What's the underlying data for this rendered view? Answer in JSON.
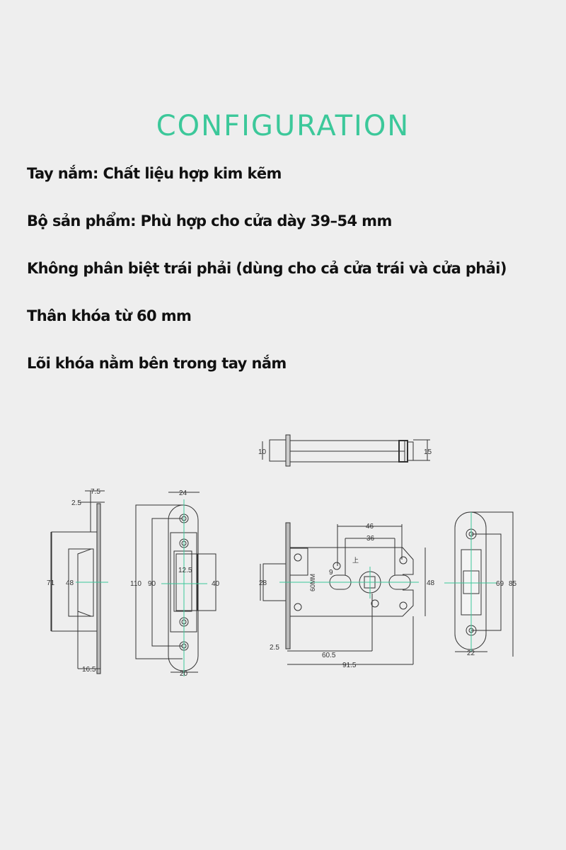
{
  "header": {
    "title": "CONFIGURATION",
    "title_color": "#3cc89a"
  },
  "specs": [
    "Tay nắm: Chất liệu hợp kim kẽm",
    "Bộ sản phẩm: Phù hợp cho cửa dày 39–54 mm",
    "Không phân biệt trái phải (dùng cho cả cửa trái và cửa phải)",
    "Thân khóa từ 60 mm",
    "Lõi khóa nằm bên trong tay nắm"
  ],
  "drawing": {
    "centerline_color": "#3cc89a",
    "line_color": "#333333",
    "top_view": {
      "dims": [
        "10",
        "15"
      ]
    },
    "strike_side_view": {
      "dims": [
        "7.5",
        "2.5",
        "71",
        "48",
        "16.5"
      ]
    },
    "strike_front_view": {
      "dims": [
        "24",
        "110",
        "90",
        "12.5",
        "40",
        "20"
      ]
    },
    "lock_body_view": {
      "dims": [
        "46",
        "36",
        "9",
        "28",
        "48",
        "2.5",
        "60.5",
        "91.5"
      ],
      "body_label": "60MM",
      "mark": "上"
    },
    "faceplate_view": {
      "dims": [
        "69",
        "85",
        "22"
      ]
    }
  }
}
